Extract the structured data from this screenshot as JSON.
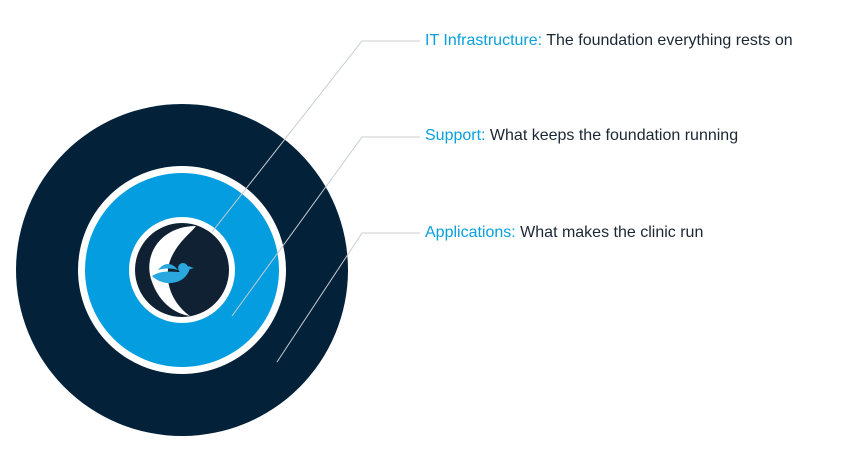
{
  "diagram": {
    "layers": [
      {
        "term": "IT Infrastructure:",
        "description": " The foundation everything rests on"
      },
      {
        "term": "Support:",
        "description": " What keeps the foundation running"
      },
      {
        "term": "Applications:",
        "description": " What makes the clinic run"
      }
    ],
    "center_icon": "bird-logo-icon"
  },
  "colors": {
    "outer_ring": "#03223a",
    "middle_ring": "#039de0",
    "separator": "#ffffff",
    "core": "#0f2133",
    "term_text": "#0aa0dc",
    "body_text": "#1b2733",
    "leader_line": "#c9cdd1"
  }
}
